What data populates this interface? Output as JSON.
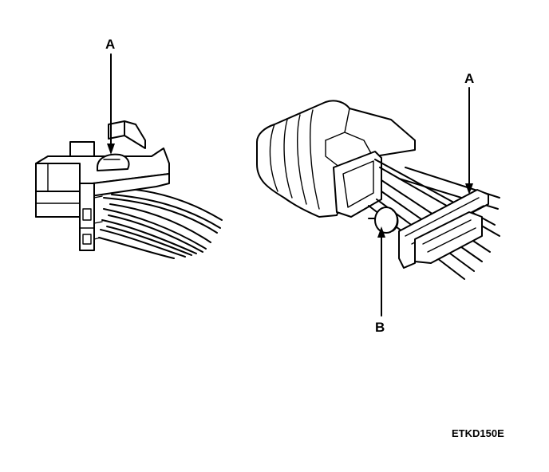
{
  "diagram": {
    "labels": {
      "left_a": "A",
      "right_a": "A",
      "right_b": "B"
    },
    "figure_code": "ETKD150E"
  }
}
